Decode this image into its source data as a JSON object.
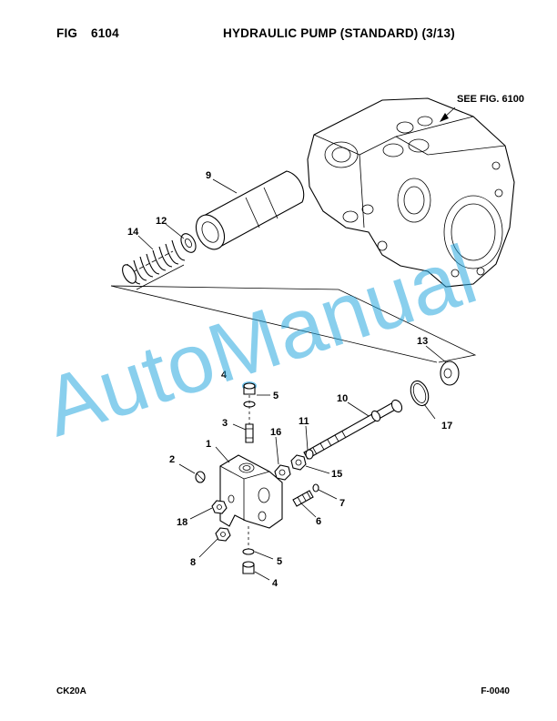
{
  "header": {
    "fig_label": "FIG",
    "fig_number": "6104",
    "title": "HYDRAULIC PUMP (STANDARD) (3/13)"
  },
  "reference": "SEE FIG. 6100",
  "watermark": "AutoManual",
  "callouts": [
    {
      "id": "9",
      "label": "9"
    },
    {
      "id": "12",
      "label": "12"
    },
    {
      "id": "14",
      "label": "14"
    },
    {
      "id": "13",
      "label": "13"
    },
    {
      "id": "4a",
      "label": "4"
    },
    {
      "id": "5a",
      "label": "5"
    },
    {
      "id": "10",
      "label": "10"
    },
    {
      "id": "17",
      "label": "17"
    },
    {
      "id": "3",
      "label": "3"
    },
    {
      "id": "11",
      "label": "11"
    },
    {
      "id": "16",
      "label": "16"
    },
    {
      "id": "1",
      "label": "1"
    },
    {
      "id": "2",
      "label": "2"
    },
    {
      "id": "15",
      "label": "15"
    },
    {
      "id": "7",
      "label": "7"
    },
    {
      "id": "6",
      "label": "6"
    },
    {
      "id": "18",
      "label": "18"
    },
    {
      "id": "8",
      "label": "8"
    },
    {
      "id": "5b",
      "label": "5"
    },
    {
      "id": "4b",
      "label": "4"
    }
  ],
  "footer": {
    "model": "CK20A",
    "page_code": "F-0040"
  },
  "colors": {
    "watermark": "#29a8e0",
    "highlight_ring": "#6fc3ec"
  }
}
